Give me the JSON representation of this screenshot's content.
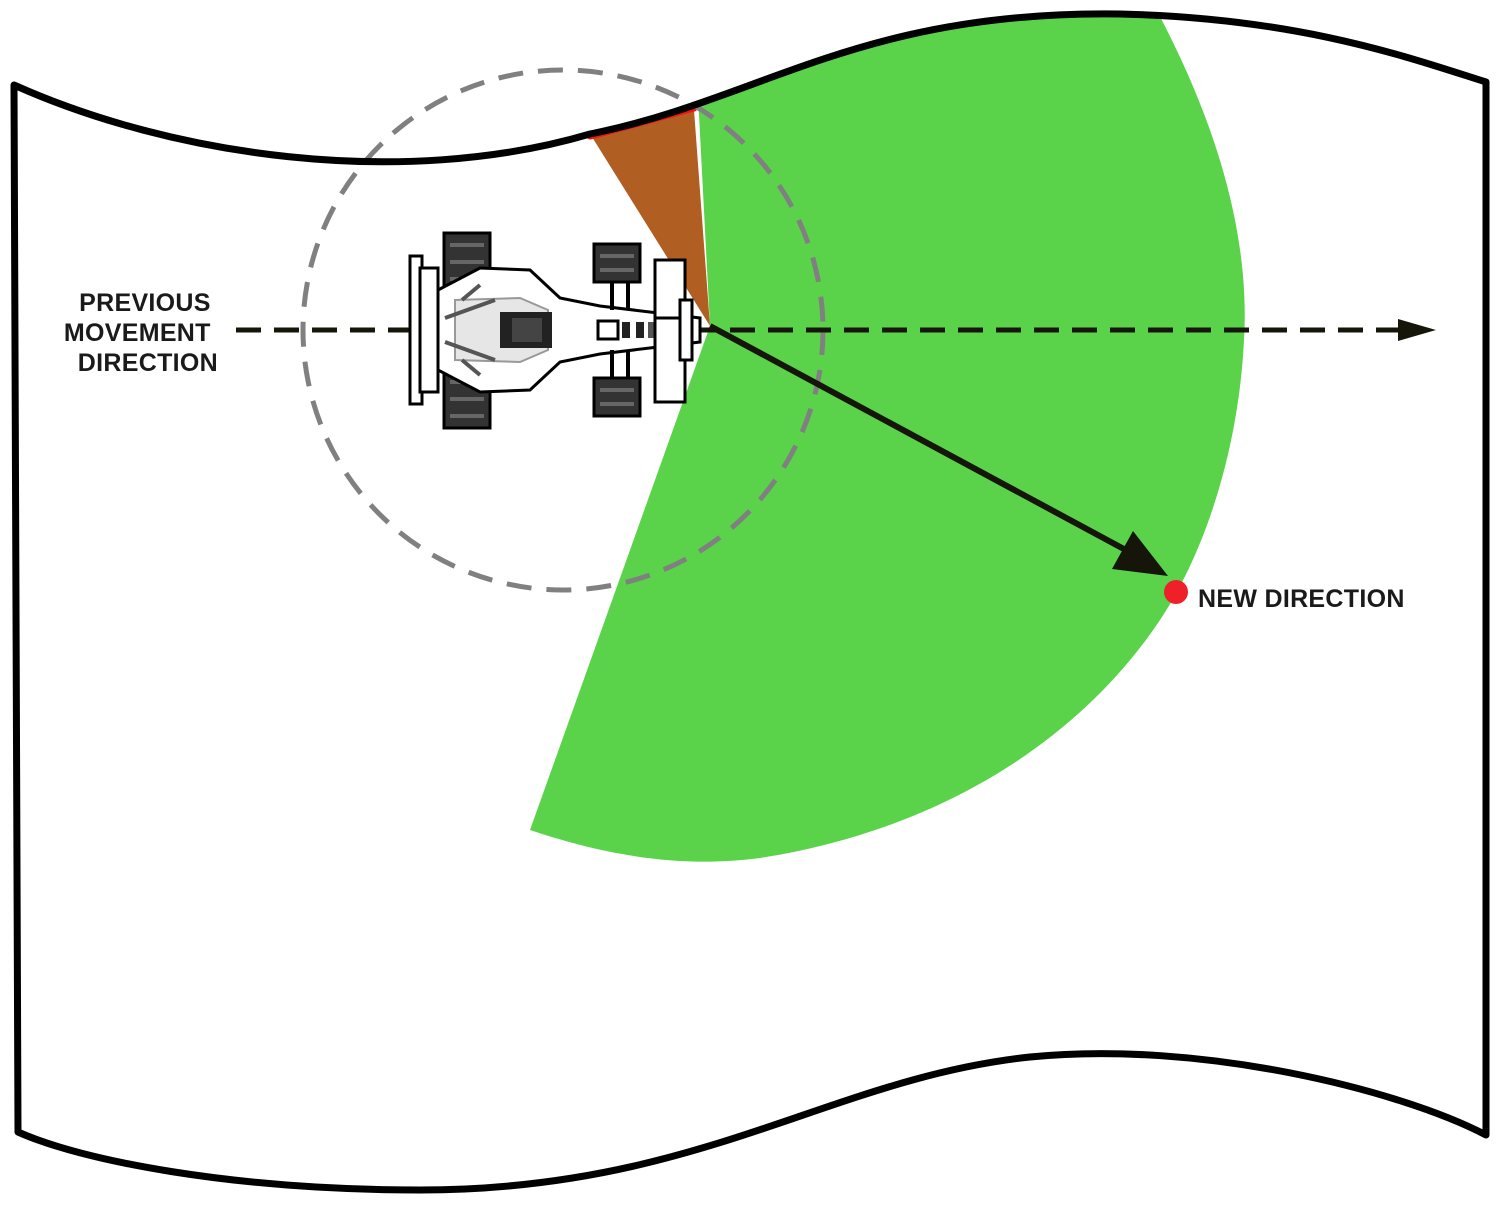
{
  "labels": {
    "previous_direction": [
      "PREVIOUS",
      "MOVEMENT",
      "DIRECTION"
    ],
    "new_direction": "NEW DIRECTION"
  },
  "colors": {
    "allowed_sector": "#5ad34a",
    "blocked_sector": "#b05e22",
    "blocked_edge": "#ff0d0d",
    "target_point": "#f0202a",
    "outline": "#000000",
    "range_circle": "#808080",
    "arrow": "#15150a"
  },
  "icons": {
    "vehicle": "race-car-icon",
    "target": "target-dot-icon"
  }
}
